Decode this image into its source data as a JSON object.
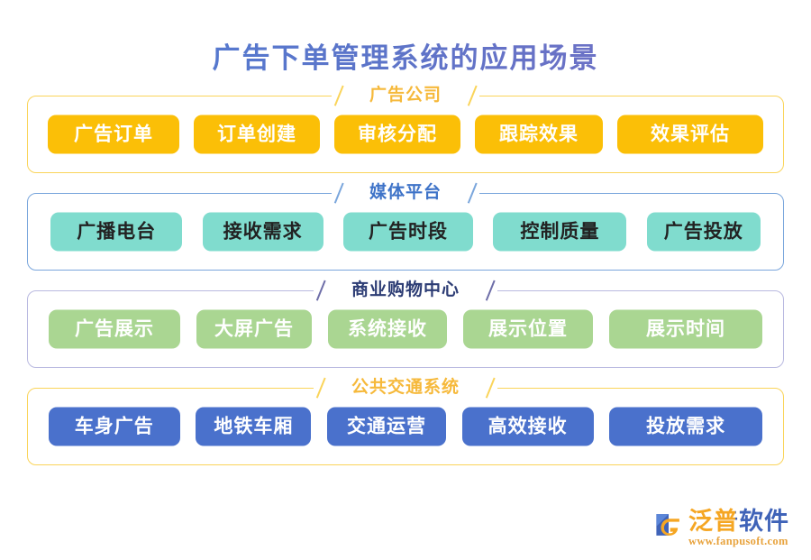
{
  "title": "广告下单管理系统的应用场景",
  "colors": {
    "title_gradient_start": "#4f7fd6",
    "title_gradient_end": "#7b6fc2",
    "section1_chip": "#fbbf07",
    "section1_border": "#fad45a",
    "section1_label": "#f6b93b",
    "section2_chip": "#80dcce",
    "section2_border": "#7aa6dc",
    "section2_label": "#3e73c8",
    "section3_chip": "#aad692",
    "section3_border": "#b9b9e0",
    "section3_label": "#2c3c74",
    "section4_chip": "#4a71cc",
    "section4_border": "#fad45a",
    "section4_label": "#f6b93b"
  },
  "sections": [
    {
      "label": "广告公司",
      "chips": [
        "广告订单",
        "订单创建",
        "审核分配",
        "跟踪效果",
        "效果评估"
      ]
    },
    {
      "label": "媒体平台",
      "chips": [
        "广播电台",
        "接收需求",
        "广告时段",
        "控制质量",
        "广告投放"
      ]
    },
    {
      "label": "商业购物中心",
      "chips": [
        "广告展示",
        "大屏广告",
        "系统接收",
        "展示位置",
        "展示时间"
      ]
    },
    {
      "label": "公共交通系统",
      "chips": [
        "车身广告",
        "地铁车厢",
        "交通运营",
        "高效接收",
        "投放需求"
      ]
    }
  ],
  "logo": {
    "name": "泛普软件",
    "url": "www.fanpusoft.com",
    "mark": "fanpu-logo-icon"
  }
}
